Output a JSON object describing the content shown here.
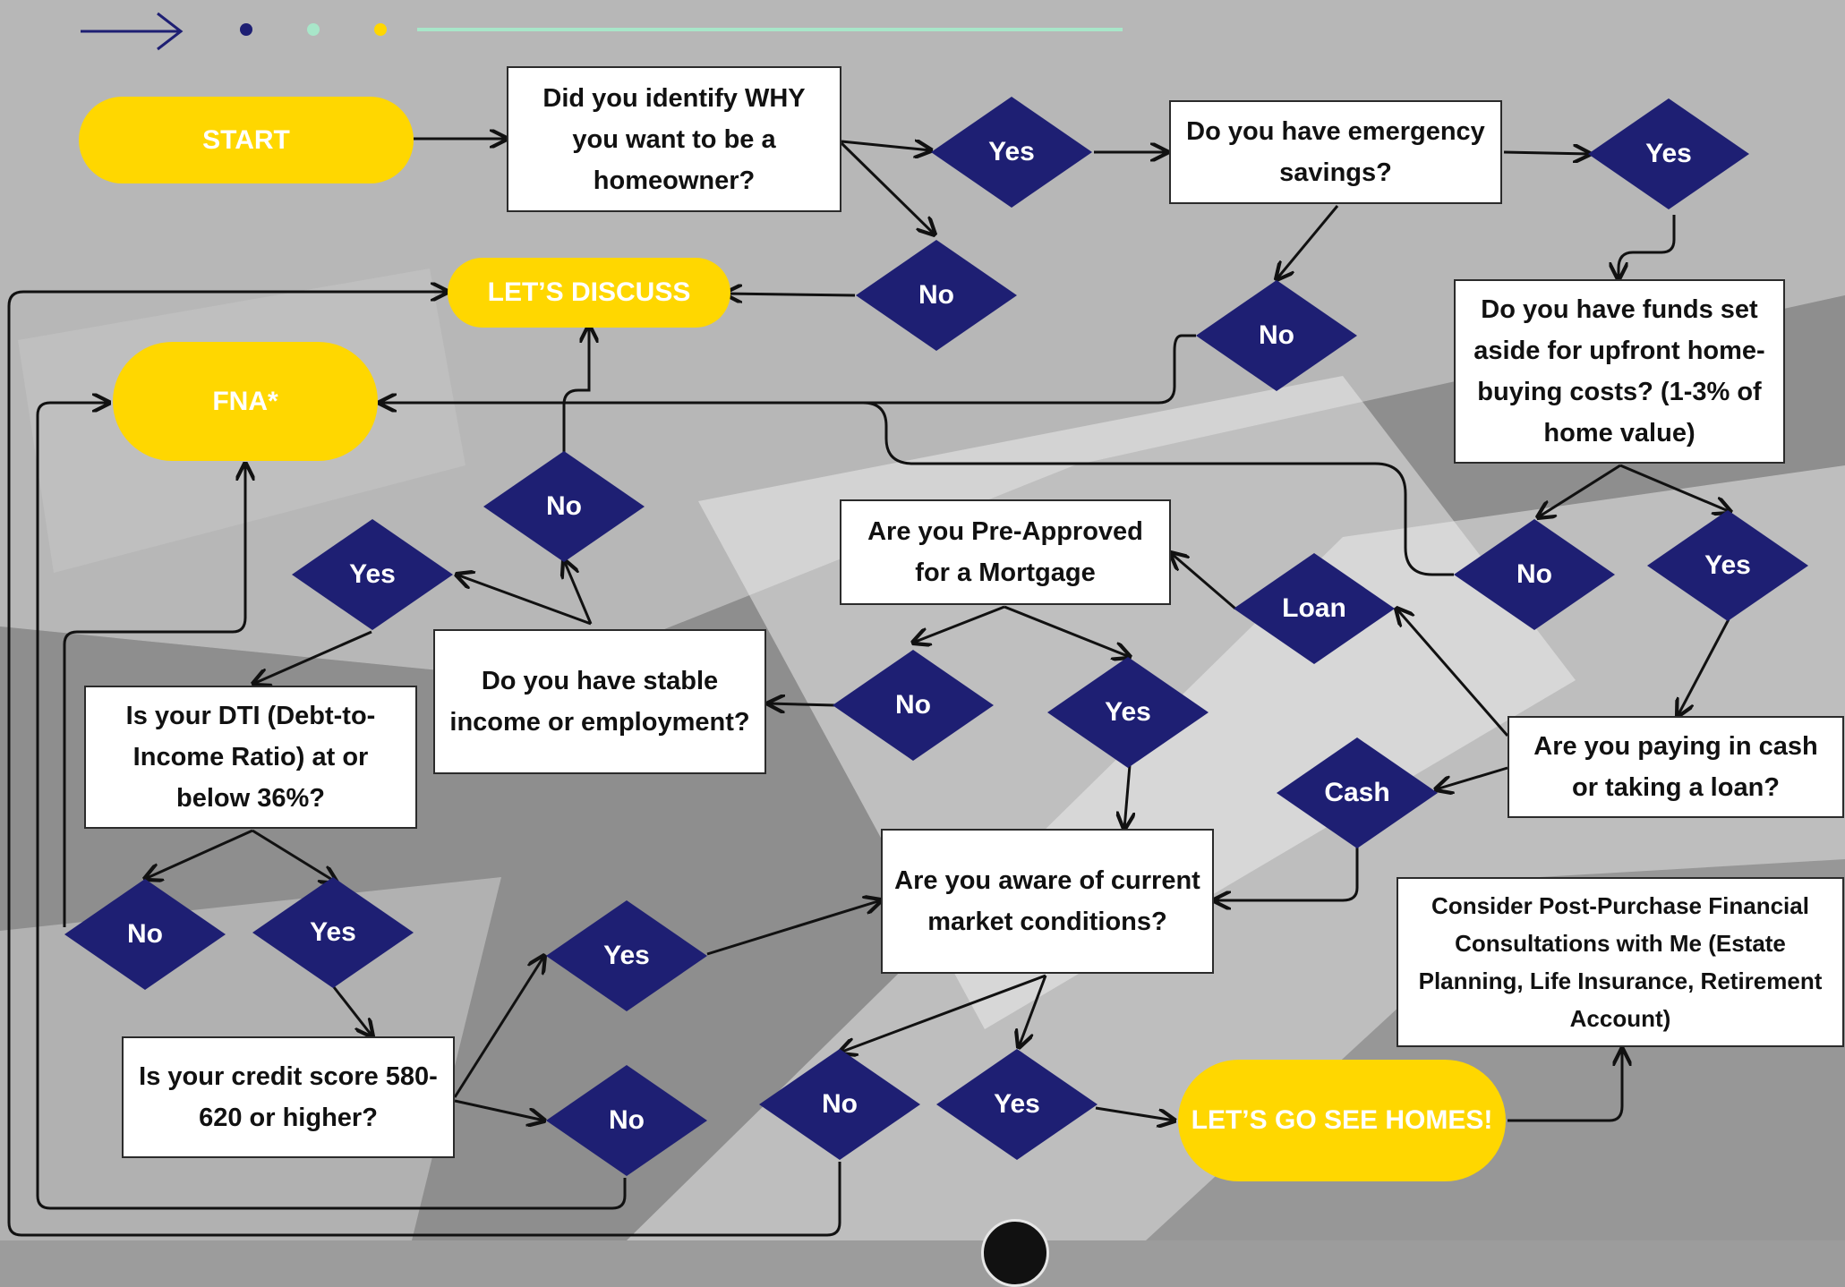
{
  "colors": {
    "pill": "#ffd700",
    "diamond": "#1e1f73",
    "line": "#111111",
    "accent_line": "#a8e6c9"
  },
  "header": {
    "arrow_icon": "arrow-right-icon",
    "dots": [
      "#1e1f73",
      "#a8e6c9",
      "#ffd700"
    ]
  },
  "pills": {
    "start": "START",
    "lets_discuss": "LET’S DISCUSS",
    "fna": "FNA*",
    "see_homes": "LET’S GO SEE HOMES!"
  },
  "questions": {
    "why": "Did you identify WHY you want to be a homeowner?",
    "savings": "Do you have emergency savings?",
    "funds": "Do you have funds set aside for upfront home-buying costs? (1-3% of home value)",
    "preapproved": "Are you Pre-Approved for a Mortgage",
    "income": "Do you have stable income or employment?",
    "dti": "Is your DTI (Debt-to-Income Ratio) at or below 36%?",
    "cash_loan": "Are you paying in cash or taking a loan?",
    "market": "Are you aware of current market conditions?",
    "credit": "Is your credit score 580-620 or higher?",
    "post_purchase": "Consider Post-Purchase Financial Consultations with Me (Estate Planning, Life Insurance, Retirement Account)"
  },
  "answers": {
    "yes": "Yes",
    "no": "No",
    "loan": "Loan",
    "cash": "Cash"
  }
}
